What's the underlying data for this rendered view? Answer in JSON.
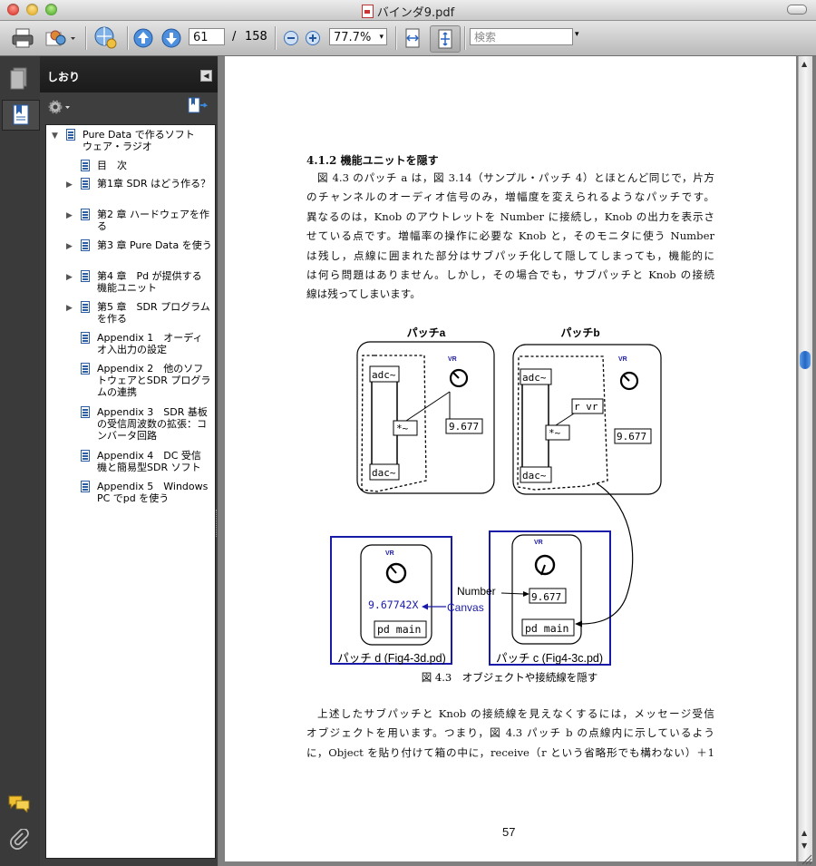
{
  "window": {
    "title": "バインダ9.pdf"
  },
  "toolbar": {
    "page_current": "61",
    "page_separator": "/",
    "page_total": "158",
    "zoom": "77.7%",
    "search_placeholder": "検索"
  },
  "bookmarks": {
    "header": "しおり",
    "items": [
      {
        "label1": "Pure Data で作るソフト",
        "label2": "ウェア・ラジオ",
        "expander": "▼"
      },
      {
        "label1": "目　次",
        "label2": "",
        "expander": ""
      },
      {
        "label1": "第1章 SDR はどう作る？",
        "label2": "",
        "expander": "▶"
      },
      {
        "label1": "第2 章 ハードウェアを作",
        "label2": "る",
        "expander": "▶"
      },
      {
        "label1": "第3 章 Pure Data を使う",
        "label2": "",
        "expander": "▶"
      },
      {
        "label1": "第4 章　Pd が提供する",
        "label2": "機能ユニット",
        "expander": "▶"
      },
      {
        "label1": "第5 章　SDR プログラム",
        "label2": "を作る",
        "expander": "▶"
      },
      {
        "label1": "Appendix 1　オーディ",
        "label2": "オ入出力の設定",
        "expander": ""
      },
      {
        "label1": "Appendix 2　他のソフ",
        "label2": "トウェアとSDR プログラ",
        "label3": "ムの連携",
        "expander": ""
      },
      {
        "label1": "Appendix 3　SDR 基板",
        "label2": "の受信周波数の拡張：コ",
        "label3": "ンバータ回路",
        "expander": ""
      },
      {
        "label1": "Appendix 4　DC 受信",
        "label2": "機と簡易型SDR ソフト",
        "expander": ""
      },
      {
        "label1": "Appendix 5　Windows",
        "label2": "PC でpd を使う",
        "expander": ""
      }
    ]
  },
  "page": {
    "section_heading": "4.1.2 機能ユニットを隠す",
    "para1": [
      "図 4.3 のパッチ a は，図 3.14（サンプル・パッチ 4）とほとんど同じで，片方",
      "のチャンネルのオーディオ信号のみ，増幅度を変えられるようなパッチです。",
      "異なるのは，Knob のアウトレットを Number に接続し，Knob の出力を表示さ",
      "せている点です。増幅率の操作に必要な Knob と，そのモニタに使う Number",
      "は残し，点線に囲まれた部分はサブパッチ化して隠してしまっても，機能的に",
      "は何ら問題はありません。しかし，その場合でも，サブパッチと Knob の接続",
      "線は残ってしまいます。"
    ],
    "figure": {
      "patch_a_label": "パッチa",
      "patch_b_label": "パッチb",
      "vr": "VR",
      "adc": "adc~",
      "dac": "dac~",
      "mul": "*~",
      "num_value": "9.677",
      "r_vr": "r vr",
      "number_label": "Number",
      "canvas_label": "Canvas",
      "canvas_value": "9.67742X",
      "pd_main": "pd main",
      "patch_d_label": "パッチ d (Fig4-3d.pd)",
      "patch_c_label": "パッチ c (Fig4-3c.pd)",
      "caption": "図 4.3　オブジェクトや接続線を隠す"
    },
    "para2": [
      "上述したサブパッチと Knob の接続線を見えなくするには，メッセージ受信",
      "オブジェクトを用います。つまり，図 4.3 パッチ b の点線内に示しているよう",
      "に，Object を貼り付けて箱の中に，receive（r という省略形でも構わない）＋1"
    ],
    "page_number": "57"
  },
  "colors": {
    "accent_blue": "#1a1aa8",
    "scroll_blue": "#2266c4"
  }
}
